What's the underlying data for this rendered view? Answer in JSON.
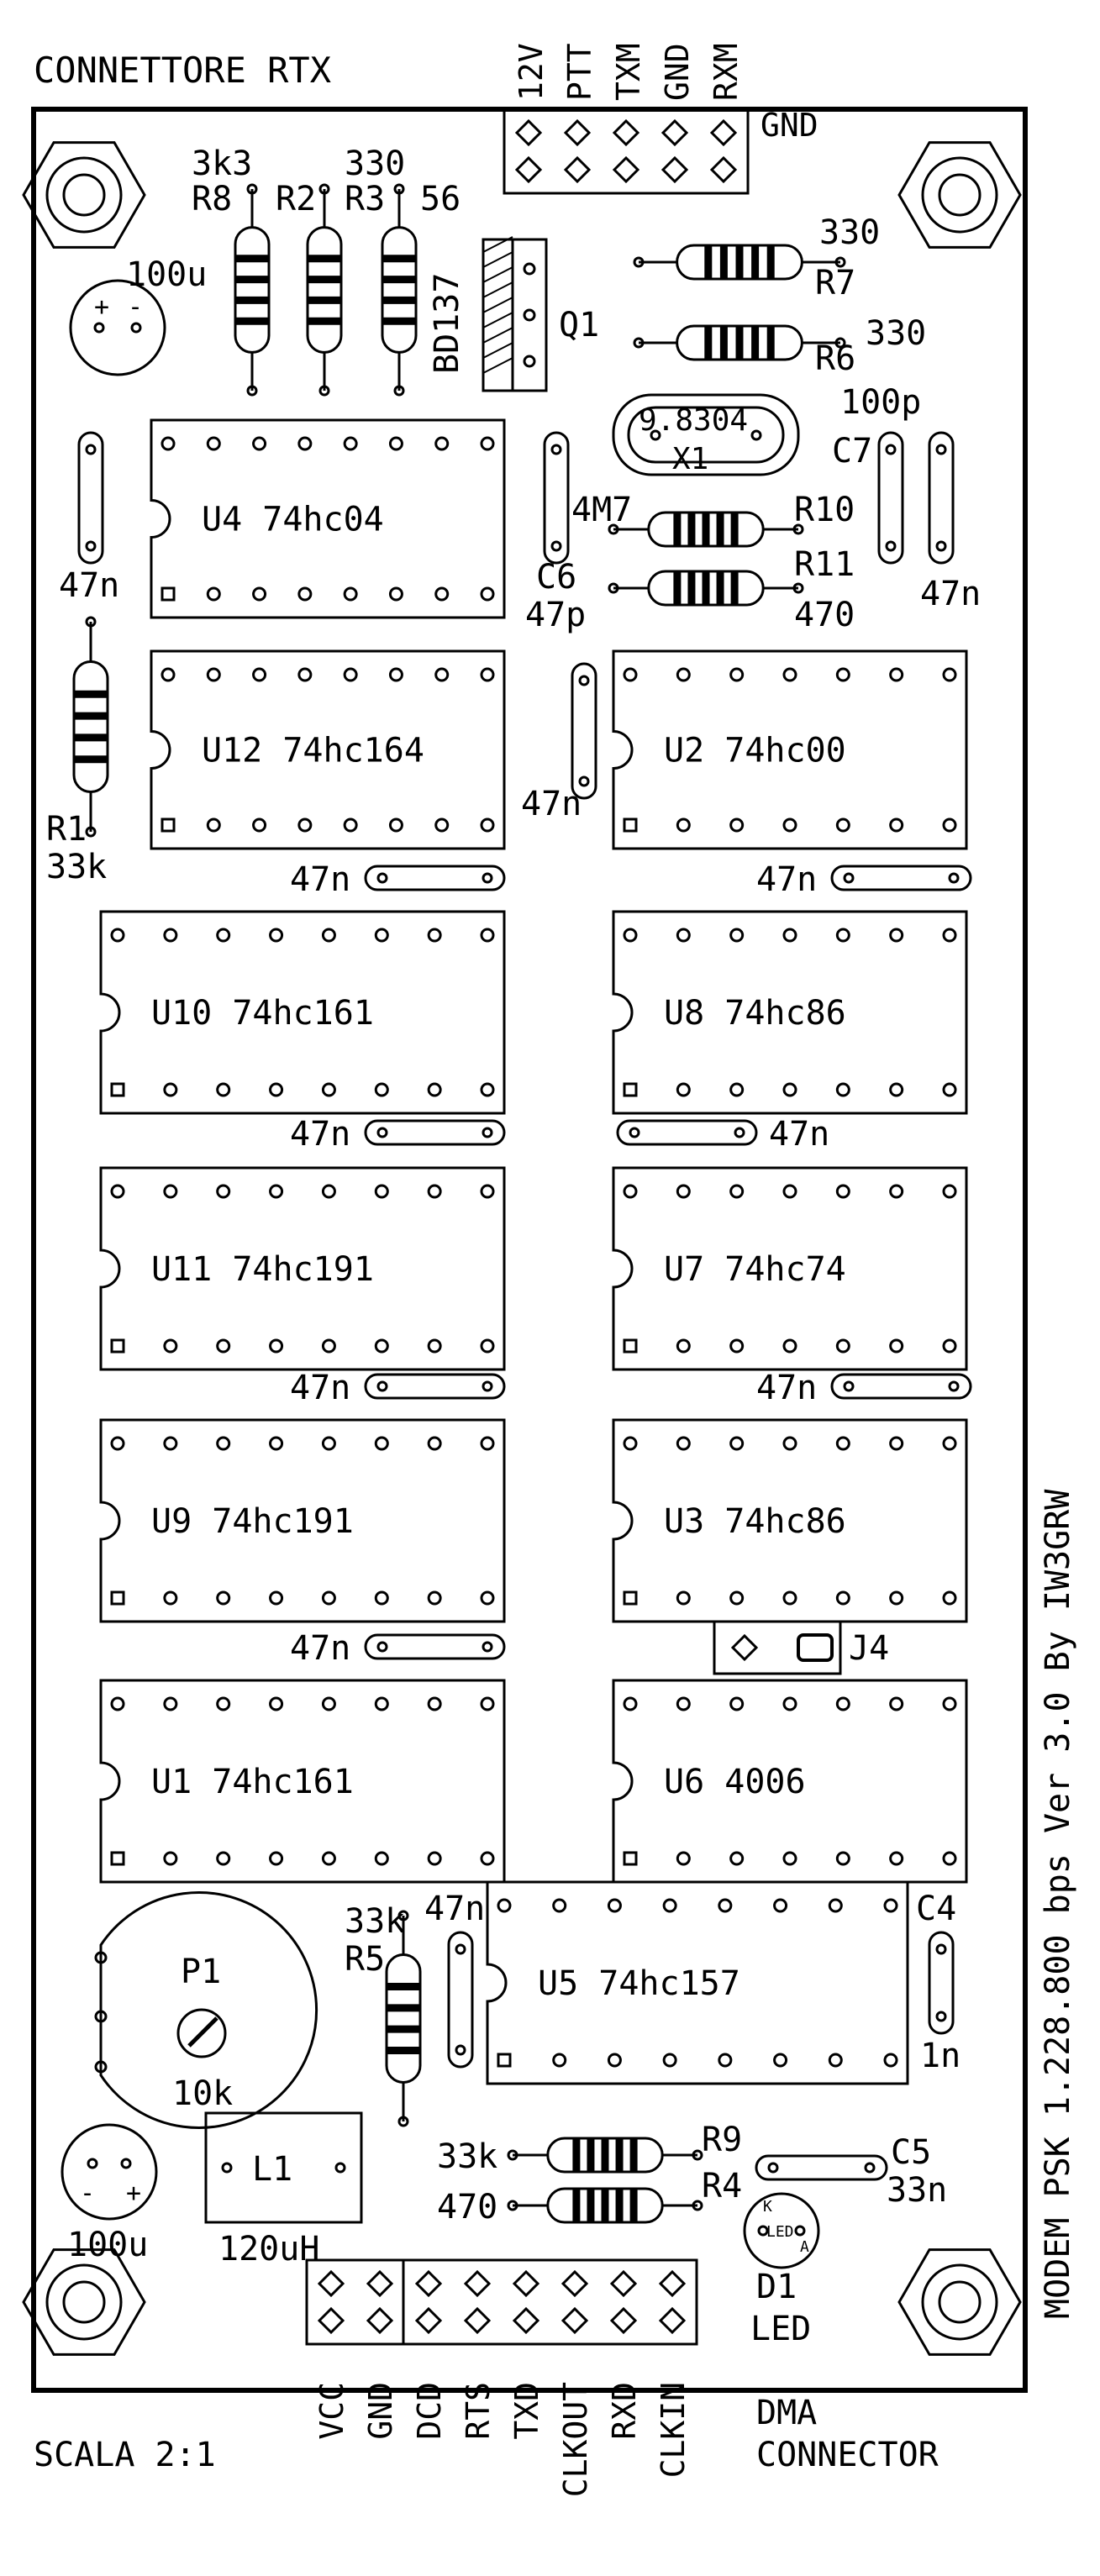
{
  "title_top": "CONNETTORE RTX",
  "rtx_pins": [
    "12V",
    "PTT",
    "TXM",
    "GND",
    "RXM"
  ],
  "rtx_gnd_label": "GND",
  "scale": "SCALA 2:1",
  "side_text": "MODEM PSK 1.228.800 bps Ver 3.0   By IW3GRW",
  "dma_pins": [
    "VCC",
    "GND",
    "DCD",
    "RTS",
    "TXD",
    "CLKOUT",
    "RXD",
    "CLKIN"
  ],
  "dma_label": [
    "DMA",
    "CONNECTOR"
  ],
  "chips": [
    {
      "ref": "U4",
      "part": "74hc04"
    },
    {
      "ref": "U12",
      "part": "74hc164"
    },
    {
      "ref": "U2",
      "part": "74hc00"
    },
    {
      "ref": "U10",
      "part": "74hc161"
    },
    {
      "ref": "U8",
      "part": "74hc86"
    },
    {
      "ref": "U11",
      "part": "74hc191"
    },
    {
      "ref": "U7",
      "part": "74hc74"
    },
    {
      "ref": "U9",
      "part": "74hc191"
    },
    {
      "ref": "U3",
      "part": "74hc86"
    },
    {
      "ref": "U1",
      "part": "74hc161"
    },
    {
      "ref": "U6",
      "part": "4006"
    },
    {
      "ref": "U5",
      "part": "74hc157"
    }
  ],
  "resistors": {
    "r8": {
      "value": "3k3",
      "ref": "R8"
    },
    "r2": {
      "value": "330",
      "ref": "R2"
    },
    "r3": {
      "value": "56",
      "ref": "R3"
    },
    "r7": {
      "value": "330",
      "ref": "R7"
    },
    "r6": {
      "value": "330",
      "ref": "R6"
    },
    "r10": {
      "value": "4M7",
      "ref": "R10"
    },
    "r11": {
      "value": "470",
      "ref": "R11"
    },
    "r1": {
      "value": "33k",
      "ref": "R1"
    },
    "r5": {
      "value": "33k",
      "ref": "R5"
    },
    "r9": {
      "value": "33k",
      "ref": "R9"
    },
    "r4": {
      "value": "470",
      "ref": "R4"
    }
  },
  "transistor": {
    "ref": "Q1",
    "part": "BD137"
  },
  "crystal": {
    "value": "9.8304",
    "ref": "X1"
  },
  "caps": {
    "c100u_top": "100u",
    "c100p": "100p",
    "c7": "C7",
    "c6": "C6",
    "c47p": "47p",
    "c47n": "47n",
    "c4": "C4",
    "c1n": "1n",
    "c5": "C5",
    "c33n": "33n",
    "c100u_bottom": "100u"
  },
  "pot": {
    "ref": "P1",
    "value": "10k"
  },
  "inductor": {
    "ref": "L1",
    "value": "120uH"
  },
  "jumper": "J4",
  "led": {
    "ref": "D1",
    "label": "LED",
    "body": "LED",
    "k": "K",
    "a": "A"
  }
}
